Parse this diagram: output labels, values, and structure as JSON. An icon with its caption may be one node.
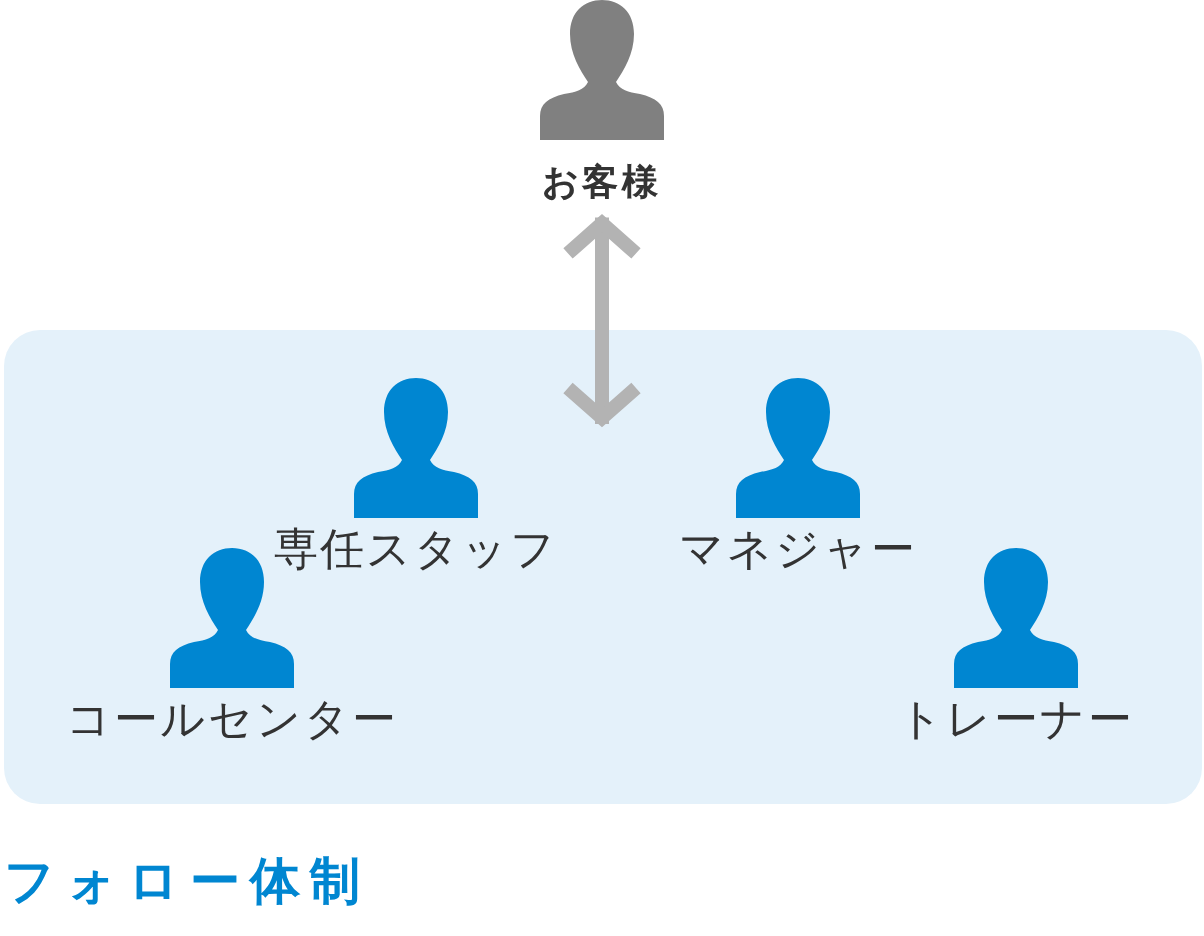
{
  "diagram": {
    "caption": "フォロー体制",
    "nodes": [
      {
        "text": [
          "お客様"
        ]
      },
      {
        "text": [],
        "shape": "box"
      },
      {
        "text": [
          "専任スタッフ"
        ],
        "in": 1
      },
      {
        "text": [
          "マネジャー"
        ],
        "in": 1
      },
      {
        "text": [
          "コールセンター"
        ],
        "in": 1
      },
      {
        "text": [
          "トレーナー"
        ],
        "in": 1
      }
    ],
    "edges": [
      {
        "from": 0,
        "to": 1,
        "arrow": "both"
      }
    ]
  }
}
